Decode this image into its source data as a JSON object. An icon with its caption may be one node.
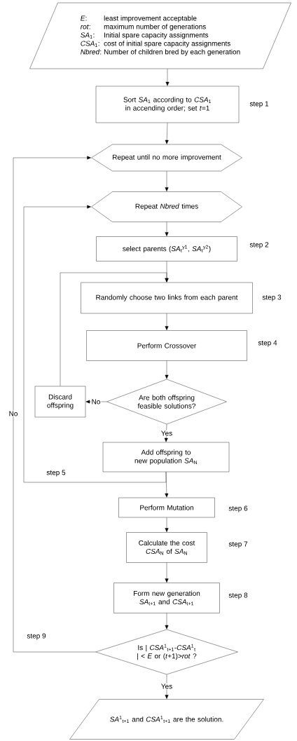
{
  "diagram": {
    "nodes": [
      {
        "text": [
          "*E*:",
          "least improvement acceptable",
          "*rot*:",
          "maximum number of generations",
          "*SA*$_{1}$:",
          "Initial spare capacity assignments",
          "*CSA*$_{1}$:",
          "cost of initial spare capacity assignments",
          "*Nbred*:",
          "Number of children bred by each generation"
        ]
      },
      {
        "text": [
          "Sort *SA*$_{1}$ according to *CSA*$_{1}$ in accending order; set *t*=1"
        ],
        "beside": [
          "step 1"
        ]
      },
      {
        "text": [
          "Repeat until no more improvement"
        ]
      },
      {
        "text": [
          "Repeat *Nbred* times"
        ]
      },
      {
        "text": [
          "select parents (*SA*$_{t}$$^{y1}$, *SA*$_{t}$$^{y2}$)"
        ],
        "beside": [
          "step 2"
        ]
      },
      {
        "text": [
          "Randomly choose two links from each parent"
        ],
        "beside": [
          "step 3"
        ]
      },
      {
        "text": [
          "Perform Crossover"
        ],
        "beside": [
          "step 4"
        ]
      },
      {
        "text": [
          "Are both offspring feasible solutions?"
        ]
      },
      {
        "text": [
          "Discard offspring"
        ]
      },
      {
        "text": [
          "Add offspring to new population *SA*$_{N}$"
        ]
      },
      {
        "text": [
          "Perform Mutation"
        ],
        "beside": [
          "step 6"
        ]
      },
      {
        "text": [
          "Calculate the cost *CSA*$_{N}$ of *SA*$_{N}$"
        ],
        "beside": [
          "step 7"
        ]
      },
      {
        "text": [
          "Form new generation *SA*$_{t+1}$ and *CSA*$_{t+1}$"
        ],
        "beside": [
          "step 8"
        ]
      },
      {
        "text": [
          "Is | *CSA*$^{1}$$_{t+1}$-*CSA*$^{1}$$_{t}$ | < *E* or (*t*+1)>*rot* ?"
        ]
      },
      {
        "text": [
          "*SA*$^{1}$$_{t+1}$ and *CSA*$^{1}$$_{t+1}$ are the solution."
        ]
      }
    ],
    "edges": [
      {
        "from": 0,
        "to": 1,
        "arrow": "to"
      },
      {
        "from": 1,
        "to": 2,
        "arrow": "to"
      },
      {
        "from": 2,
        "to": 3,
        "arrow": "to"
      },
      {
        "from": 3,
        "to": 4,
        "arrow": "to"
      },
      {
        "from": 4,
        "to": 5,
        "arrow": "to"
      },
      {
        "from": 5,
        "to": 6,
        "arrow": "to"
      },
      {
        "from": 6,
        "to": 7,
        "arrow": "to"
      },
      {
        "from": 7,
        "to": 8,
        "arrow": "to",
        "label": "No"
      },
      {
        "from": 8,
        "to": 5,
        "arrow": "to"
      },
      {
        "from": 7,
        "to": 9,
        "arrow": "to",
        "label": "Yes"
      },
      {
        "from": 9,
        "to": 10,
        "arrow": "to"
      },
      {
        "from": 9,
        "to": 3,
        "arrow": "to"
      },
      {
        "from": 10,
        "to": 11,
        "arrow": "to"
      },
      {
        "from": 11,
        "to": 12,
        "arrow": "to"
      },
      {
        "from": 12,
        "to": 13,
        "arrow": "to"
      },
      {
        "from": 13,
        "to": 2,
        "arrow": "to",
        "label": "No"
      },
      {
        "from": 13,
        "to": 14,
        "arrow": "to",
        "label": "Yes"
      }
    ],
    "labels": [
      "step 5",
      "step 9"
    ]
  }
}
